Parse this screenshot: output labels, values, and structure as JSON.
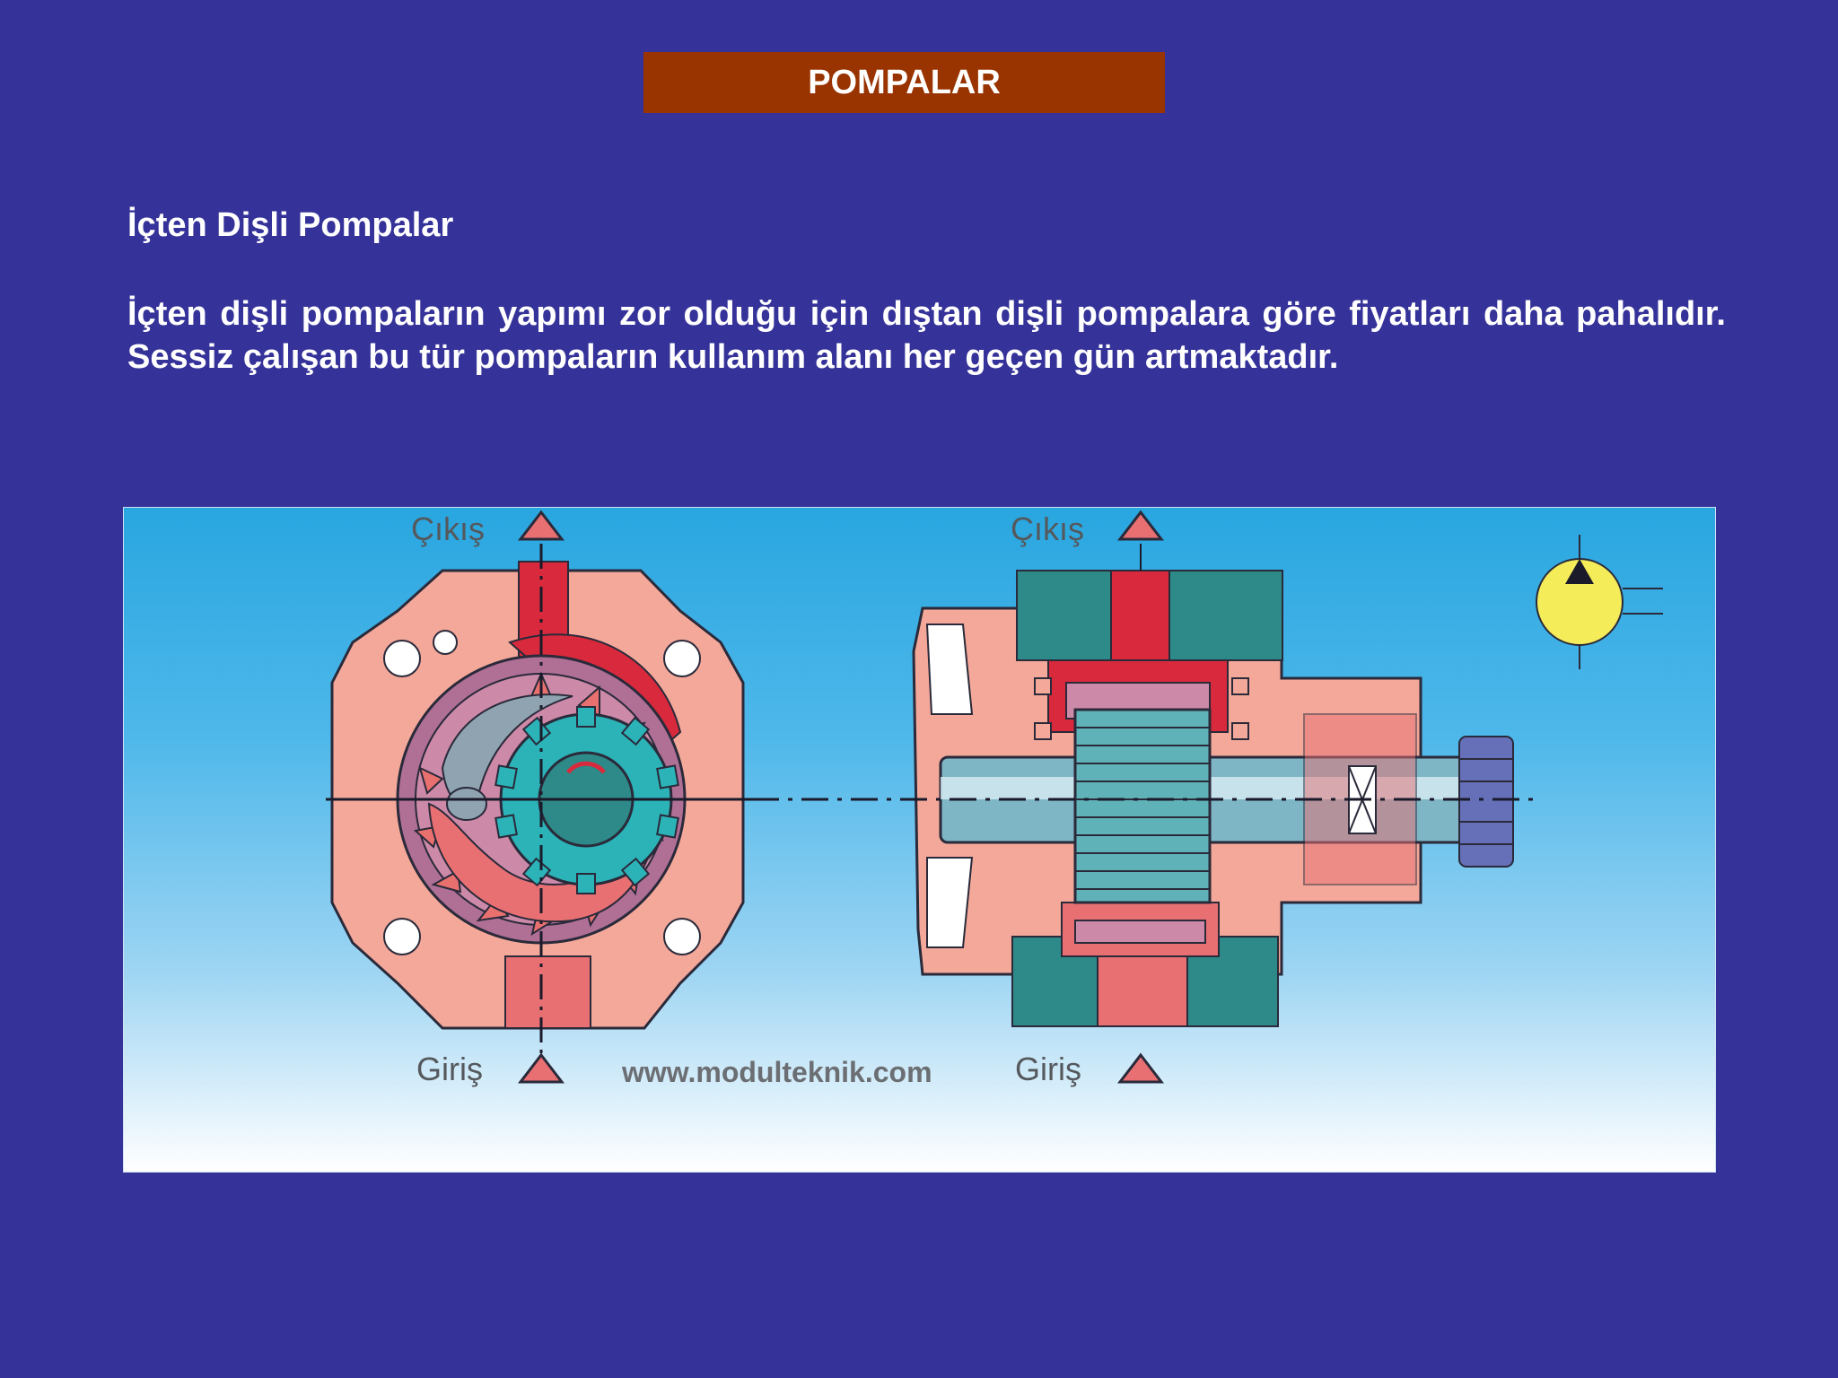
{
  "slide": {
    "title": "POMPALAR",
    "subtitle": "İçten Dişli Pompalar",
    "paragraph": "İçten dişli pompaların yapımı zor olduğu için dıştan dişli pompalara göre fiyatları daha pahalıdır. Sessiz çalışan bu tür pompaların kullanım alanı her geçen gün artmaktadır."
  },
  "figure": {
    "left_view": {
      "outlet_label": "Çıkış",
      "inlet_label": "Giriş"
    },
    "right_view": {
      "outlet_label": "Çıkış",
      "inlet_label": "Giriş"
    },
    "watermark": "www.modulteknik.com",
    "symbol": "hydraulic-pump-symbol"
  },
  "colors": {
    "background": "#353299",
    "title_bar": "#993300",
    "text": "#ffffff",
    "housing": "#f4a89a",
    "port_red": "#d82a3c",
    "gear_teal": "#2bb3b8",
    "block_teal": "#2e8a88",
    "symbol_yellow": "#f5ec5a"
  }
}
